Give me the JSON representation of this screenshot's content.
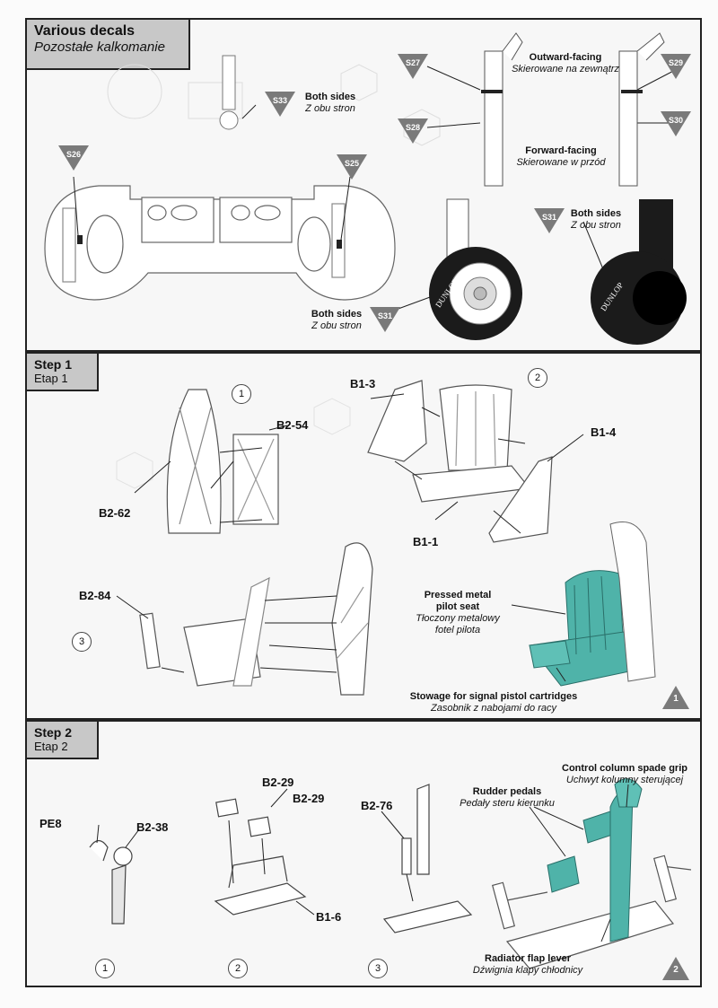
{
  "various_decals": {
    "title_en": "Various decals",
    "title_pl": "Pozostałe kalkomanie",
    "labels": {
      "both_sides_1": {
        "en": "Both sides",
        "pl": "Z obu stron"
      },
      "outward": {
        "en": "Outward-facing",
        "pl": "Skierowane na zewnątrz"
      },
      "forward": {
        "en": "Forward-facing",
        "pl": "Skierowane w przód"
      },
      "both_sides_2": {
        "en": "Both sides",
        "pl": "Z obu stron"
      },
      "both_sides_3": {
        "en": "Both sides",
        "pl": "Z obu stron"
      }
    },
    "decals": [
      "S33",
      "S26",
      "S25",
      "S27",
      "S28",
      "S29",
      "S30",
      "S31",
      "S31"
    ],
    "tire_brand": "DUNLOP"
  },
  "step1": {
    "title_en": "Step 1",
    "title_pl": "Etap 1",
    "parts": [
      "B2-54",
      "B2-62",
      "B1-3",
      "B1-4",
      "B1-1",
      "B2-84"
    ],
    "substeps": [
      "1",
      "2",
      "3"
    ],
    "callouts": {
      "seat": {
        "en_1": "Pressed metal",
        "en_2": "pilot seat",
        "pl_1": "Tłoczony metalowy",
        "pl_2": "fotel pilota"
      },
      "stowage": {
        "en": "Stowage for signal pistol cartridges",
        "pl": "Zasobnik z nabojami do racy"
      }
    },
    "badge": "1"
  },
  "step2": {
    "title_en": "Step 2",
    "title_pl": "Etap 2",
    "parts": [
      "PE8",
      "B2-38",
      "B2-29",
      "B2-29",
      "B1-6",
      "B2-76"
    ],
    "substeps": [
      "1",
      "2",
      "3"
    ],
    "callouts": {
      "spade": {
        "en": "Control column spade grip",
        "pl": "Uchwyt kolumny sterującej"
      },
      "rudder": {
        "en": "Rudder pedals",
        "pl": "Pedały steru kierunku"
      },
      "radiator": {
        "en": "Radiator flap lever",
        "pl": "Dźwignia klapy chłodnicy"
      }
    },
    "badge": "2"
  },
  "colors": {
    "highlight": "#4fb3a9",
    "header_bg": "#c8c8c8",
    "triangle": "#7a7a7a"
  }
}
